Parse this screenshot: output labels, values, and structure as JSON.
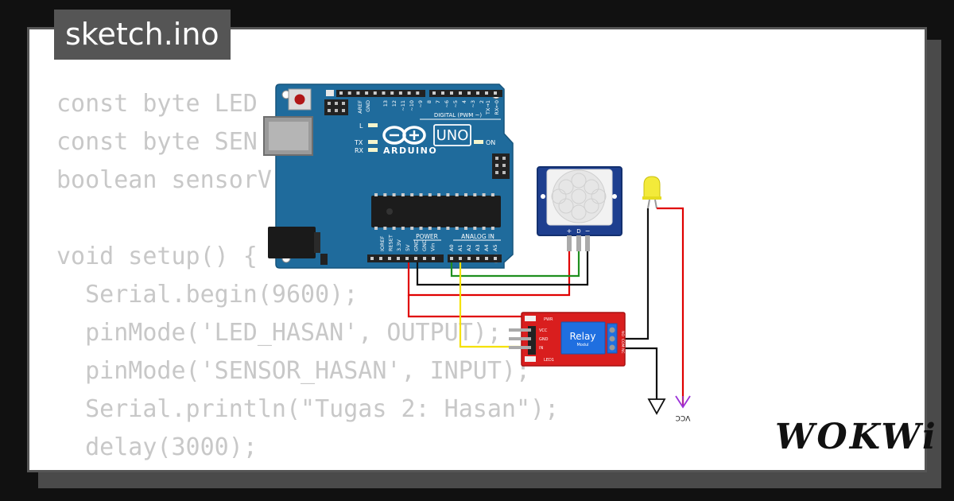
{
  "title": "sketch.ino",
  "code_lines": [
    "const byte LED",
    "const byte SEN",
    "boolean sensorV",
    "",
    "void setup() {",
    "  Serial.begin(9600);",
    "  pinMode('LED_HASAN', OUTPUT);",
    "  pinMode('SENSOR_HASAN', INPUT);",
    "  Serial.println(\"Tugas 2: Hasan\");",
    "  delay(3000);",
    "}"
  ],
  "arduino": {
    "logo_text": "ARDUINO",
    "model": "UNO",
    "digital_label": "DIGITAL (PWM ~)",
    "power_label": "POWER",
    "analog_label": "ANALOG IN",
    "led_labels": [
      "L",
      "TX",
      "RX",
      "ON"
    ],
    "top_pin_labels": [
      "AREF",
      "GND",
      "13",
      "12",
      "~11",
      "~10",
      "~9",
      "8",
      "7",
      "~6",
      "~5",
      "4",
      "~3",
      "2",
      "TX→1",
      "RX←0"
    ],
    "power_pin_labels": [
      "IOREF",
      "RESET",
      "3.3V",
      "5V",
      "GND",
      "GND",
      "Vin"
    ],
    "analog_pin_labels": [
      "A0",
      "A1",
      "A2",
      "A3",
      "A4",
      "A5"
    ]
  },
  "pir_sensor": {
    "pin_labels": [
      "+",
      "D",
      "−"
    ]
  },
  "relay_module": {
    "title": "Relay",
    "subtitle": "Modul",
    "pin_labels": [
      "VCC",
      "GND",
      "IN"
    ],
    "led_labels": [
      "PWR",
      "LED1"
    ],
    "terminal_labels": [
      "NO",
      "COM",
      "NC"
    ]
  },
  "power_symbols": {
    "vcc_label": "VCC"
  },
  "wire_colors": {
    "red": "#e00000",
    "black": "#111111",
    "green": "#1f8f1f",
    "yellow": "#f5e100"
  },
  "brand": "WOKWi"
}
